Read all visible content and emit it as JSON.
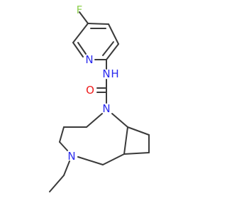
{
  "molecule": {
    "colors": {
      "bond": "#3a3a3a",
      "fluorine": "#8fd14f",
      "nitrogen": "#2a2aee",
      "oxygen": "#ee1c1c",
      "hydrogen_on_n": "#2a2aee"
    },
    "labels": {
      "fluorine": "F",
      "pyridine_n": "N",
      "amide_nh_n": "N",
      "amide_nh_h": "H",
      "carbonyl_o": "O",
      "bridge_n": "N",
      "ring_n": "N"
    }
  }
}
